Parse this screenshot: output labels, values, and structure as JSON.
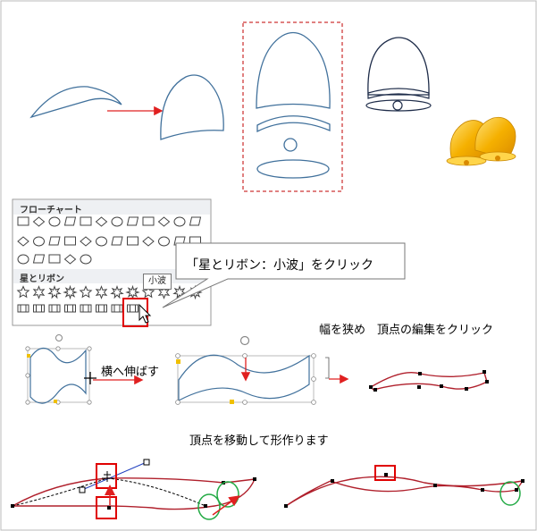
{
  "shapes_panel": {
    "section_flowchart": "フローチャート",
    "section_stars_ribbons": "星とリボン",
    "tooltip": "小波"
  },
  "callout": {
    "text": "「星とリボン：小波」をクリック"
  },
  "labels": {
    "stretch": "横へ伸ばす",
    "edit_points": "幅を狭め　頂点の編集をクリック",
    "shape_it": "頂点を移動して形作ります"
  },
  "colors": {
    "shape_outline": "#41719c",
    "arrow_red": "#e02020",
    "highlight_red": "#e00000",
    "curve_dark_red": "#b0202c",
    "circle_green": "#22aa44",
    "dashed_frame": "#c00000",
    "bell_gold": "#f5b000"
  }
}
